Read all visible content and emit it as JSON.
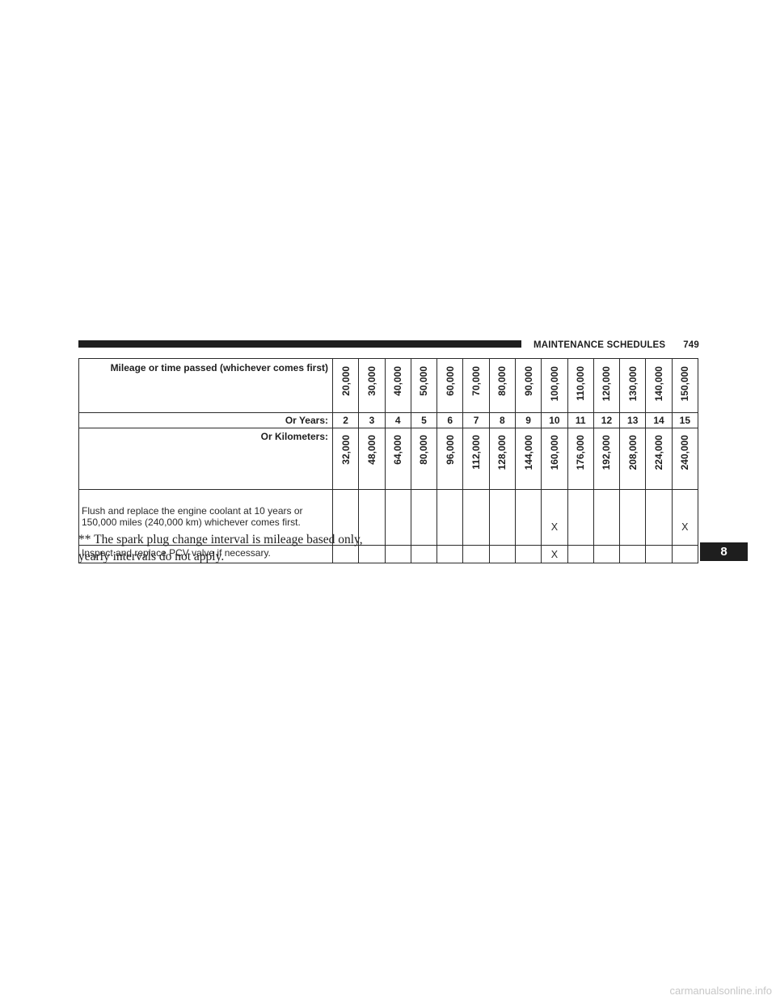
{
  "header": {
    "title": "MAINTENANCE SCHEDULES",
    "page_number": "749"
  },
  "table": {
    "mileage_label": "Mileage or time passed (whichever comes first)",
    "mileage": [
      "20,000",
      "30,000",
      "40,000",
      "50,000",
      "60,000",
      "70,000",
      "80,000",
      "90,000",
      "100,000",
      "110,000",
      "120,000",
      "130,000",
      "140,000",
      "150,000"
    ],
    "years_label": "Or Years:",
    "years": [
      "2",
      "3",
      "4",
      "5",
      "6",
      "7",
      "8",
      "9",
      "10",
      "11",
      "12",
      "13",
      "14",
      "15"
    ],
    "km_label": "Or Kilometers:",
    "km": [
      "32,000",
      "48,000",
      "64,000",
      "80,000",
      "96,000",
      "112,000",
      "128,000",
      "144,000",
      "160,000",
      "176,000",
      "192,000",
      "208,000",
      "224,000",
      "240,000"
    ],
    "tasks": [
      {
        "label": "Flush and replace the engine coolant at 10 years or 150,000 miles (240,000 km) whichever comes first.",
        "marks": [
          "",
          "",
          "",
          "",
          "",
          "",
          "",
          "",
          "X",
          "",
          "",
          "",
          "",
          "X"
        ]
      },
      {
        "label": "Inspect and replace PCV valve if necessary.",
        "marks": [
          "",
          "",
          "",
          "",
          "",
          "",
          "",
          "",
          "X",
          "",
          "",
          "",
          "",
          ""
        ]
      }
    ]
  },
  "footnote": {
    "line1": "** The spark plug change interval is mileage based only,",
    "line2": "yearly intervals do not apply."
  },
  "section_tab": "8",
  "watermark": "carmanualsonline.info"
}
